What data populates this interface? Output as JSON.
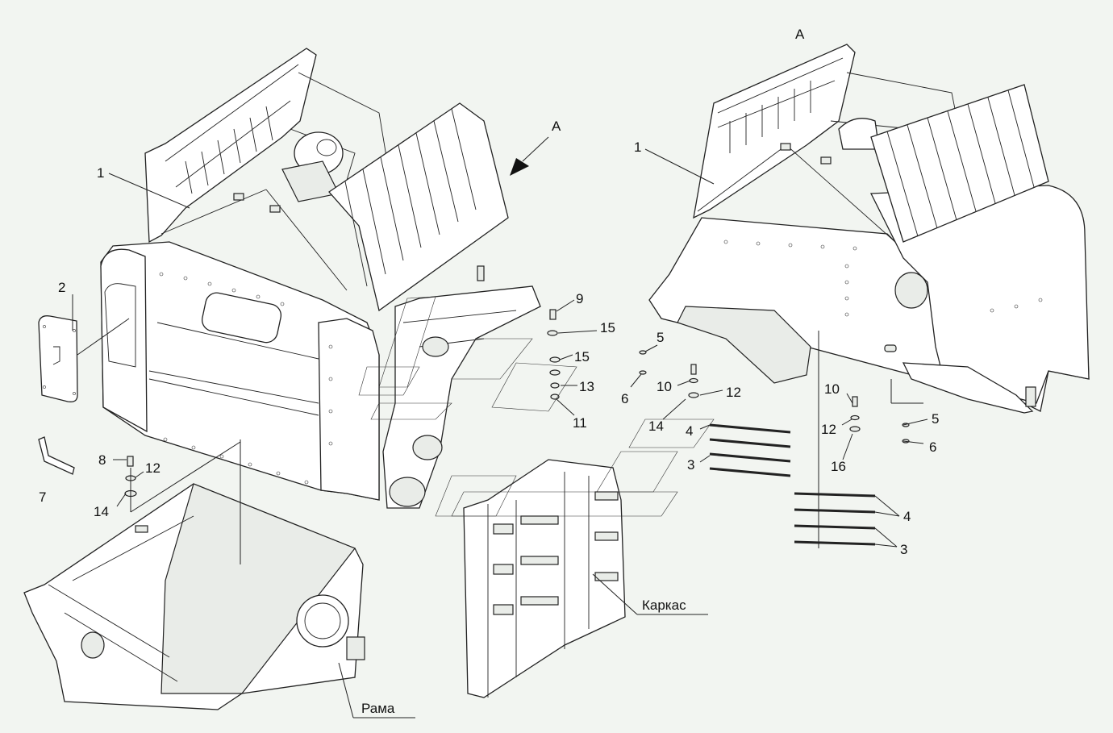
{
  "colors": {
    "background": "#f2f5f1",
    "line": "#222222",
    "part_fill": "#ffffff"
  },
  "view_marks": {
    "left_arrow": "A",
    "right_view": "A"
  },
  "labels": {
    "l1": "1",
    "l2": "2",
    "l7": "7",
    "l8": "8",
    "l12": "12",
    "l14": "14",
    "c9": "9",
    "c15a": "15",
    "c15b": "15",
    "c13": "13",
    "c11": "11",
    "r1": "1",
    "r5a": "5",
    "r6a": "6",
    "r10a": "10",
    "r12a": "12",
    "r14": "14",
    "r4a": "4",
    "r3a": "3",
    "r10b": "10",
    "r12b": "12",
    "r16": "16",
    "r5b": "5",
    "r6b": "6",
    "r4b": "4",
    "r3b": "3"
  },
  "named_parts": {
    "frame": "Рама",
    "carcass": "Каркас"
  }
}
